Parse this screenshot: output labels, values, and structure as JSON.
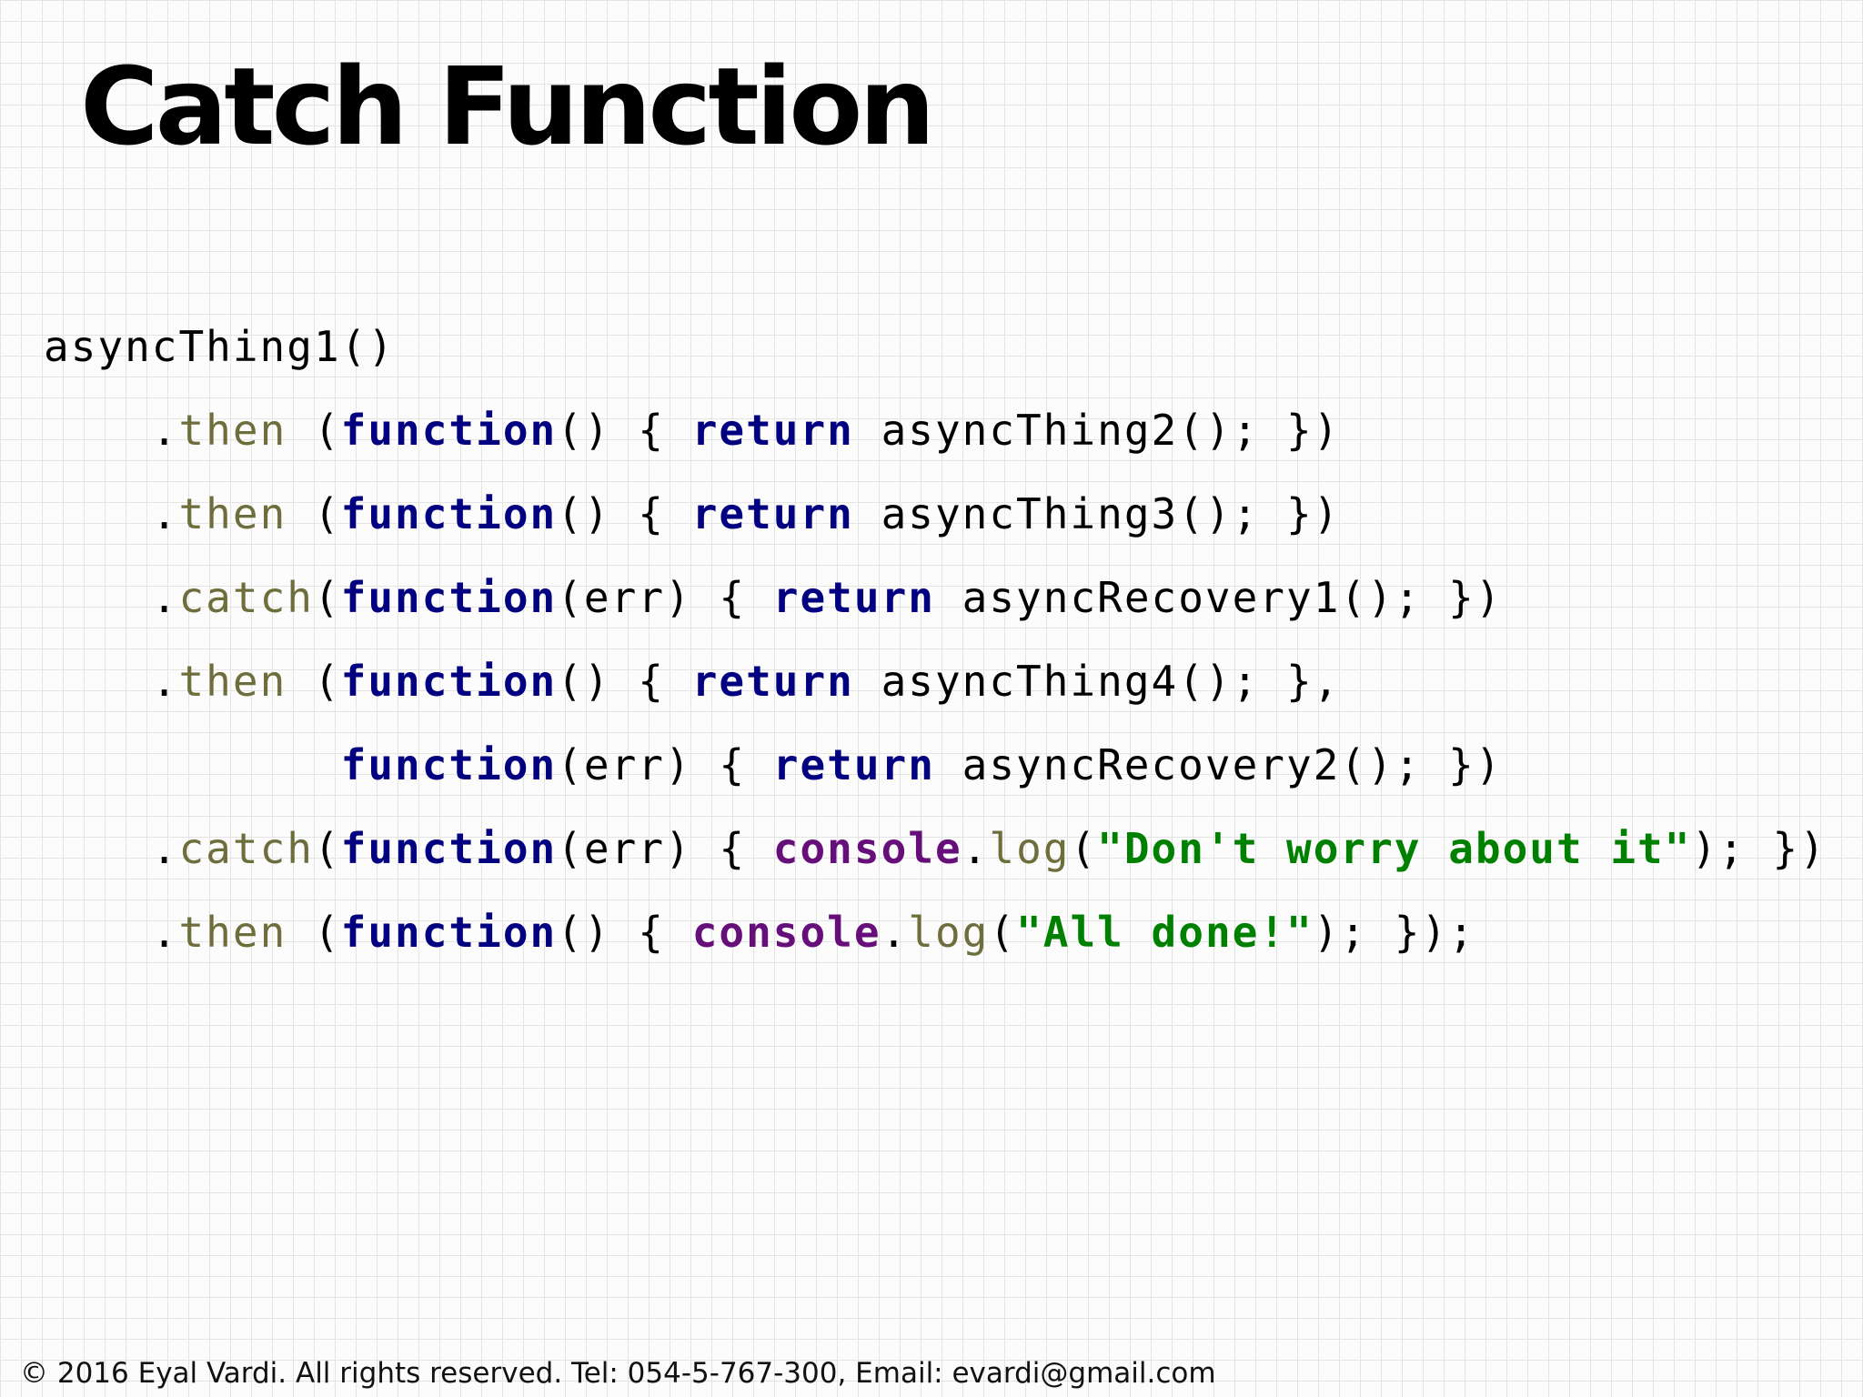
{
  "title": "Catch Function",
  "code_lines": [
    [
      {
        "t": "asyncThing1()",
        "k": "plain"
      }
    ],
    [
      {
        "t": "    .",
        "k": "plain"
      },
      {
        "t": "then",
        "k": "method"
      },
      {
        "t": " (",
        "k": "plain"
      },
      {
        "t": "function",
        "k": "kw"
      },
      {
        "t": "() { ",
        "k": "plain"
      },
      {
        "t": "return",
        "k": "kw"
      },
      {
        "t": " asyncThing2(); })",
        "k": "plain"
      }
    ],
    [
      {
        "t": "    .",
        "k": "plain"
      },
      {
        "t": "then",
        "k": "method"
      },
      {
        "t": " (",
        "k": "plain"
      },
      {
        "t": "function",
        "k": "kw"
      },
      {
        "t": "() { ",
        "k": "plain"
      },
      {
        "t": "return",
        "k": "kw"
      },
      {
        "t": " asyncThing3(); })",
        "k": "plain"
      }
    ],
    [
      {
        "t": "    .",
        "k": "plain"
      },
      {
        "t": "catch",
        "k": "method"
      },
      {
        "t": "(",
        "k": "plain"
      },
      {
        "t": "function",
        "k": "kw"
      },
      {
        "t": "(err) { ",
        "k": "plain"
      },
      {
        "t": "return",
        "k": "kw"
      },
      {
        "t": " asyncRecovery1(); })",
        "k": "plain"
      }
    ],
    [
      {
        "t": "    .",
        "k": "plain"
      },
      {
        "t": "then",
        "k": "method"
      },
      {
        "t": " (",
        "k": "plain"
      },
      {
        "t": "function",
        "k": "kw"
      },
      {
        "t": "() { ",
        "k": "plain"
      },
      {
        "t": "return",
        "k": "kw"
      },
      {
        "t": " asyncThing4(); },",
        "k": "plain"
      }
    ],
    [
      {
        "t": "           ",
        "k": "plain"
      },
      {
        "t": "function",
        "k": "kw"
      },
      {
        "t": "(err) { ",
        "k": "plain"
      },
      {
        "t": "return",
        "k": "kw"
      },
      {
        "t": " asyncRecovery2(); })",
        "k": "plain"
      }
    ],
    [
      {
        "t": "    .",
        "k": "plain"
      },
      {
        "t": "catch",
        "k": "method"
      },
      {
        "t": "(",
        "k": "plain"
      },
      {
        "t": "function",
        "k": "kw"
      },
      {
        "t": "(err) { ",
        "k": "plain"
      },
      {
        "t": "console",
        "k": "obj"
      },
      {
        "t": ".",
        "k": "plain"
      },
      {
        "t": "log",
        "k": "method"
      },
      {
        "t": "(",
        "k": "plain"
      },
      {
        "t": "\"Don't worry about it\"",
        "k": "str"
      },
      {
        "t": "); })",
        "k": "plain"
      }
    ],
    [
      {
        "t": "    .",
        "k": "plain"
      },
      {
        "t": "then",
        "k": "method"
      },
      {
        "t": " (",
        "k": "plain"
      },
      {
        "t": "function",
        "k": "kw"
      },
      {
        "t": "() { ",
        "k": "plain"
      },
      {
        "t": "console",
        "k": "obj"
      },
      {
        "t": ".",
        "k": "plain"
      },
      {
        "t": "log",
        "k": "method"
      },
      {
        "t": "(",
        "k": "plain"
      },
      {
        "t": "\"All done!\"",
        "k": "str"
      },
      {
        "t": "); });",
        "k": "plain"
      }
    ]
  ],
  "footer": "© 2016 Eyal Vardi. All rights reserved. Tel: 054-5-767-300, Email: evardi@gmail.com",
  "colors": {
    "keyword": "#000080",
    "method": "#6e6e3d",
    "object": "#660e7a",
    "string": "#008000",
    "grid": "#e4e4e4"
  }
}
